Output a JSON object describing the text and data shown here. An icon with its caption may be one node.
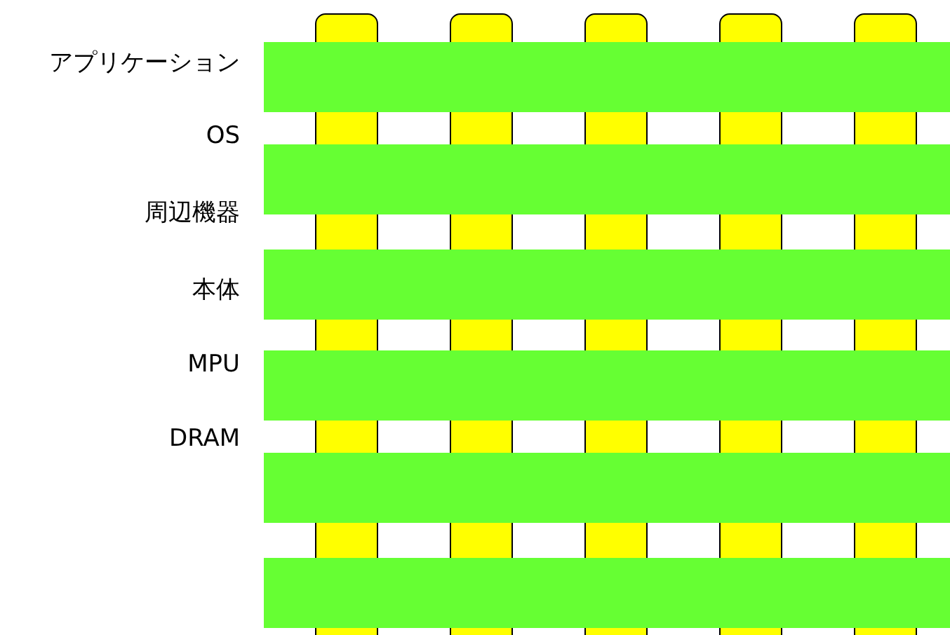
{
  "diagram": {
    "labels": [
      "アプリケーション",
      "OS",
      "周辺機器",
      "本体",
      "MPU",
      "DRAM"
    ]
  }
}
